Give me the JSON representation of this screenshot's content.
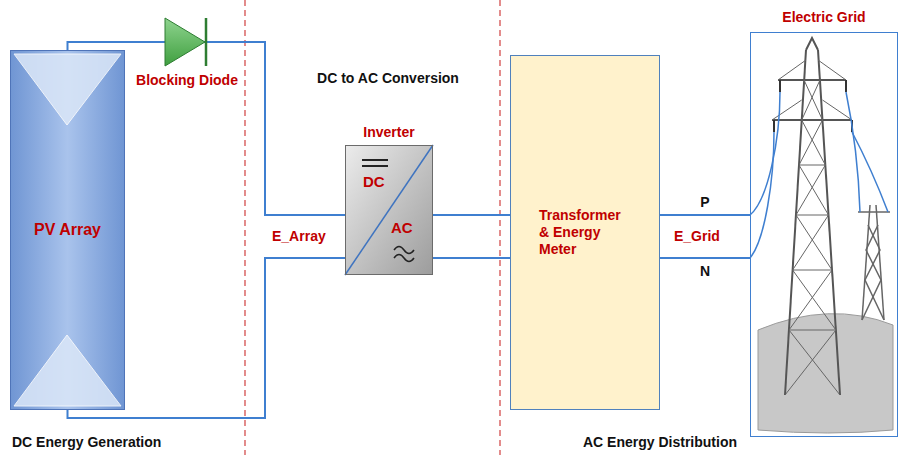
{
  "diagram": {
    "nodes": [
      {
        "text": [
          "PV Array"
        ]
      },
      {
        "text": [
          "Inverter",
          "DC",
          "AC"
        ]
      },
      {
        "text": [
          "Transformer & Energy Meter"
        ]
      },
      {
        "text": [
          "Electric Grid"
        ]
      }
    ],
    "edges": [
      {
        "from": 0,
        "to": 1,
        "arrow": "none"
      },
      {
        "from": 0,
        "to": 1,
        "arrow": "none"
      },
      {
        "from": 1,
        "to": 2,
        "arrow": "none"
      },
      {
        "from": 1,
        "to": 2,
        "arrow": "none"
      },
      {
        "from": 2,
        "to": 3,
        "label": "P",
        "arrow": "none"
      },
      {
        "from": 2,
        "to": 3,
        "label": "N",
        "arrow": "none"
      }
    ],
    "labels": [
      "Blocking Diode",
      "DC to AC Conversion",
      "E_Array",
      "E_Grid",
      "DC Energy Generation",
      "AC Energy Distribution"
    ]
  }
}
